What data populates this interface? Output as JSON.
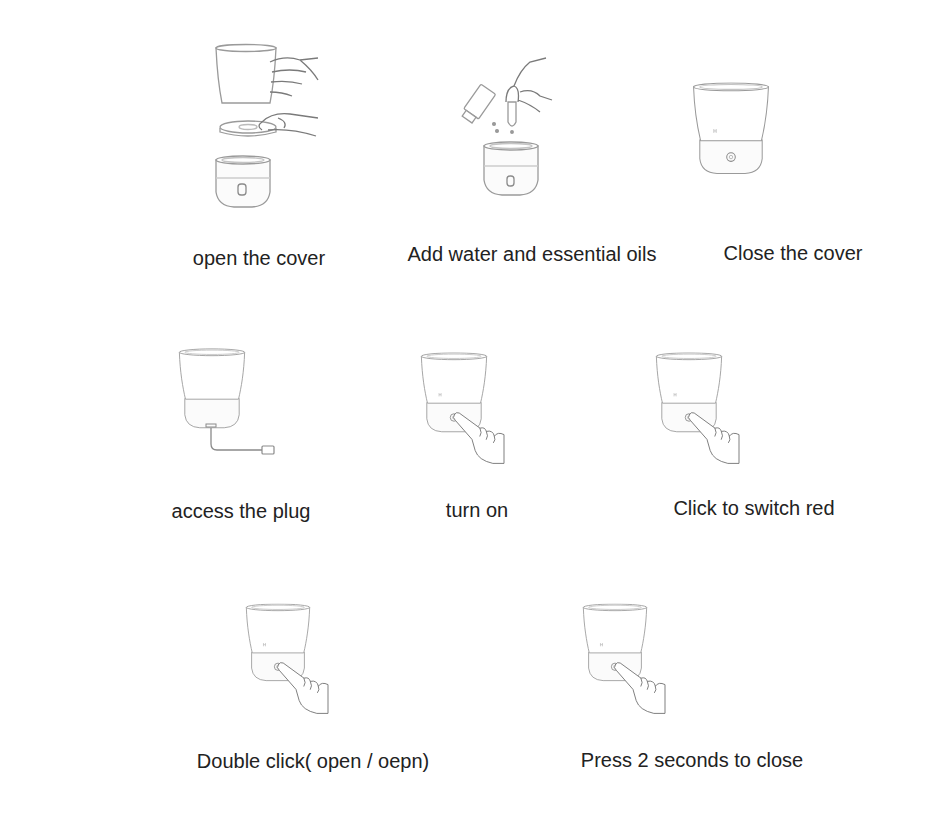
{
  "diagram": {
    "labels": [
      "open the cover",
      "Add water and essential oils",
      "Close the cover",
      "access the plug",
      "turn on",
      "Click to switch red",
      "Double click( open / oepn)",
      "Press 2 seconds to close"
    ]
  }
}
